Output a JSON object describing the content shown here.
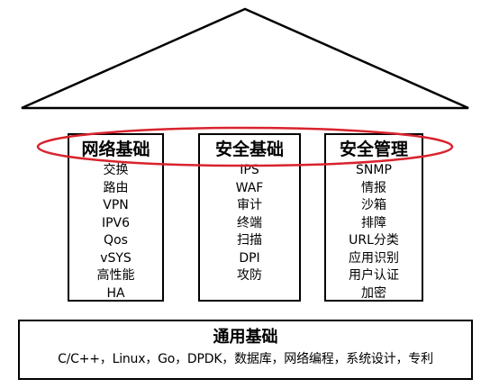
{
  "pillars": [
    {
      "title": "网络基础",
      "items": [
        "交换",
        "路由",
        "VPN",
        "IPV6",
        "Qos",
        "vSYS",
        "高性能",
        "HA"
      ]
    },
    {
      "title": "安全基础",
      "items": [
        "IPS",
        "WAF",
        "审计",
        "终端",
        "扫描",
        "DPI",
        "攻防"
      ]
    },
    {
      "title": "安全管理",
      "items": [
        "SNMP",
        "情报",
        "沙箱",
        "排障",
        "URL分类",
        "应用识别",
        "用户认证",
        "加密"
      ]
    }
  ],
  "base": {
    "title": "通用基础",
    "description": "C/C++，Linux，Go，DPDK，数据库，网络编程，系统设计，专利"
  },
  "colors": {
    "outline": "#000000",
    "highlight_ellipse": "#d9232d"
  }
}
